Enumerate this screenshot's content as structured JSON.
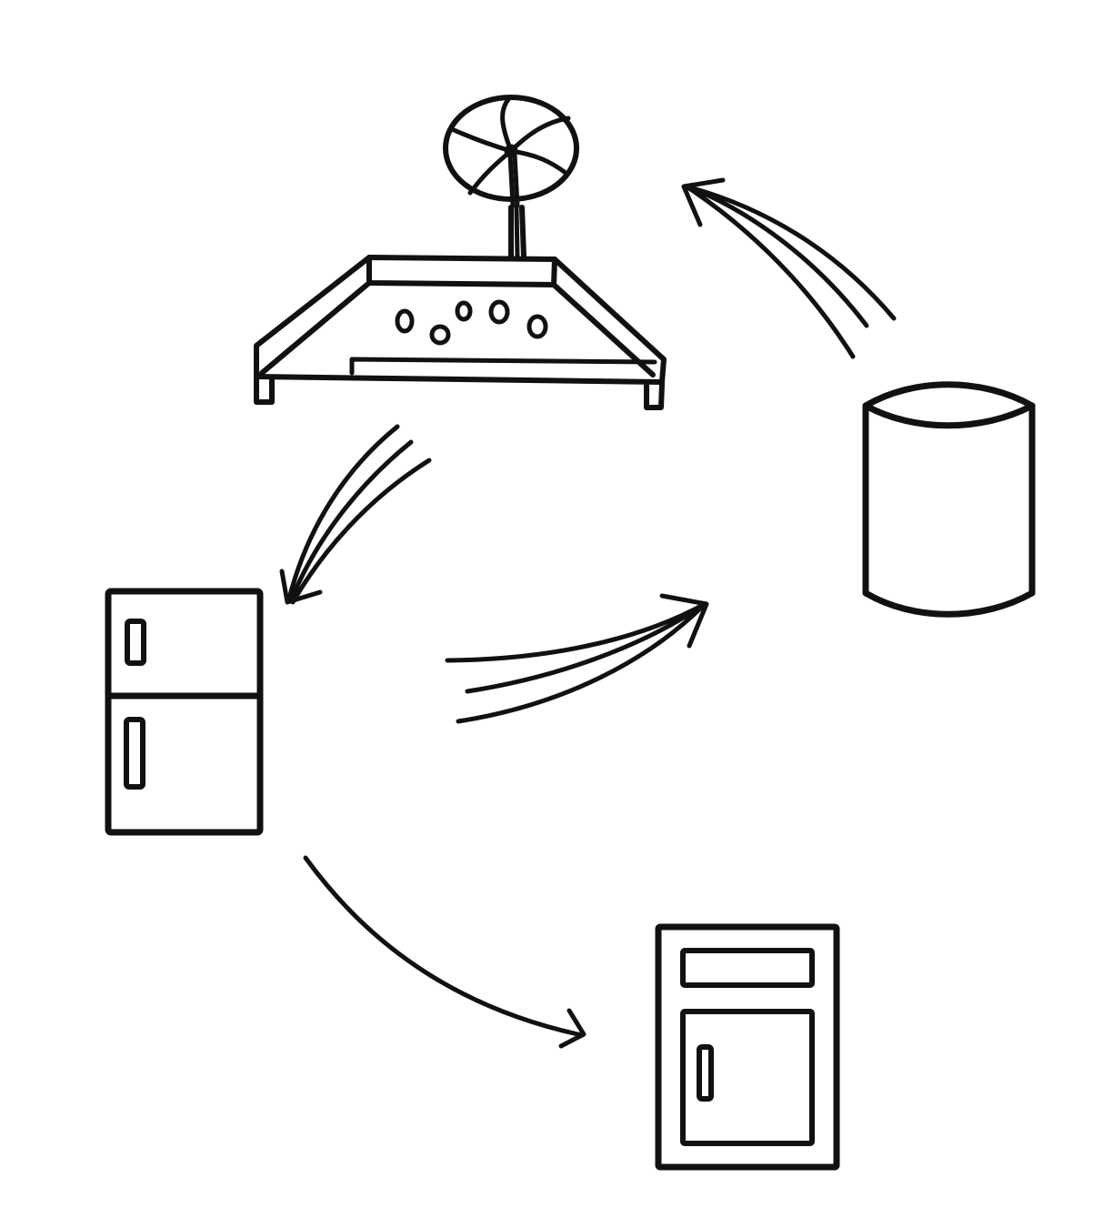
{
  "diagram": {
    "style": "hand-drawn sketch",
    "background_color": "#ffffff",
    "ink_color": "#111111",
    "nodes": [
      {
        "id": "fan-bench",
        "icon": "fan-on-workbench-icon"
      },
      {
        "id": "refrigerator",
        "icon": "refrigerator-icon"
      },
      {
        "id": "cylinder",
        "icon": "cylinder-icon"
      },
      {
        "id": "cabinet",
        "icon": "cabinet-icon"
      }
    ],
    "arrows": [
      {
        "from": "fan-bench",
        "to": "refrigerator",
        "strokes": 3
      },
      {
        "from": "refrigerator",
        "to": "cylinder",
        "strokes": 3
      },
      {
        "from": "cylinder",
        "to": "fan-bench",
        "strokes": 3
      },
      {
        "from": "refrigerator",
        "to": "cabinet",
        "strokes": 1
      }
    ]
  }
}
